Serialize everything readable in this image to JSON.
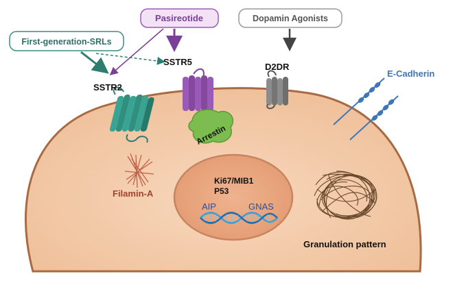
{
  "drugs": {
    "first_gen": "First-generation-SRLs",
    "pasireotide": "Pasireotide",
    "dopamine": "Dopamin Agonists"
  },
  "receptors": {
    "sstr2": "SSTR2",
    "sstr5": "SSTR5",
    "d2dr": "D2DR"
  },
  "proteins": {
    "arrestin": "Arrestin",
    "filamin": "Filamin-A",
    "ecadherin": "E-Cadherin"
  },
  "nucleus": {
    "line1": "Ki67/MIB1",
    "line2": "P53",
    "aip": "AIP",
    "gnas": "GNAS"
  },
  "granulation": "Granulation pattern",
  "colors": {
    "cell_fill": "#f2c9a7",
    "cell_stroke": "#a76a43",
    "nucleus_fill": "#e8a57f",
    "teal": "#2e8f82",
    "purple": "#8a4fa6",
    "gray": "#808080",
    "blue": "#3f76b8",
    "filamin": "#b5553f"
  }
}
